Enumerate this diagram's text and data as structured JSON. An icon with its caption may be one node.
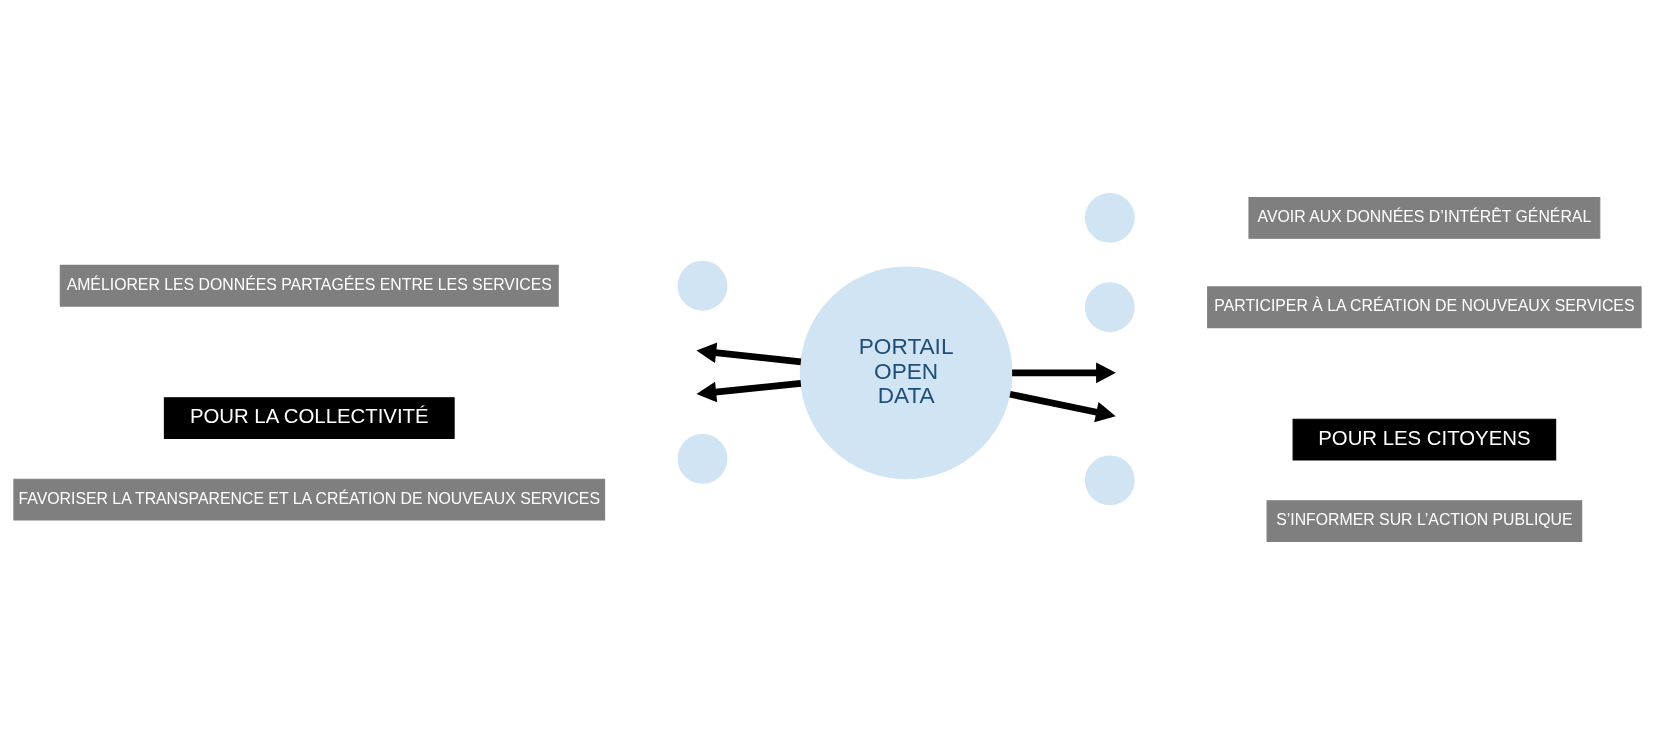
{
  "diagram": {
    "nodes": [
      {
        "text": [
          "POUR LA COLLECTIVITÉ"
        ]
      },
      {
        "text": [
          "POUR LES CITOYENS"
        ]
      },
      {
        "text": [
          "FAVORISER LA TRANSPARENCE ET LA CRÉATION DE NOUVEAUX SERVICES"
        ]
      },
      {
        "text": [],
        "shape": "circle"
      },
      {
        "text": [
          "AMÉLIORER LES DONNÉES PARTAGÉES ENTRE LES SERVICES"
        ]
      },
      {
        "text": [],
        "shape": "circle"
      },
      {
        "text": [
          "PORTAIL OPEN DATA"
        ]
      },
      {
        "text": [],
        "shape": "circle"
      },
      {
        "text": [
          "S’INFORMER SUR L’ACTION PUBLIQUE"
        ]
      },
      {
        "text": [],
        "shape": "circle"
      },
      {
        "text": [
          "AVOIR AUX DONNÉES D’INTÉRÊT GÉNÉRAL"
        ]
      },
      {
        "text": [],
        "shape": "circle"
      },
      {
        "text": [
          "PARTICIPER À LA CRÉATION DE NOUVEAUX SERVICES"
        ]
      }
    ],
    "edges": [
      {
        "from": 6,
        "to": null,
        "arrow": "to"
      },
      {
        "from": 6,
        "to": null,
        "arrow": "to"
      },
      {
        "from": 6,
        "to": null,
        "arrow": "to"
      },
      {
        "from": 6,
        "to": null,
        "arrow": "to"
      }
    ]
  }
}
